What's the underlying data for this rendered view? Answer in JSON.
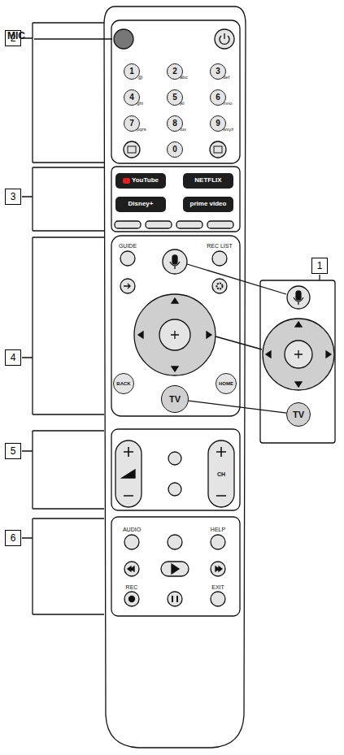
{
  "diagram": {
    "nodes": [
      {
        "text": [
          "2"
        ]
      },
      {
        "text": [
          "1",
          ".@"
        ]
      },
      {
        "text": [
          "2",
          "abc"
        ]
      },
      {
        "text": [
          "3",
          "def"
        ]
      },
      {
        "text": [
          "4",
          "ghi"
        ]
      },
      {
        "text": [
          "5",
          "jkl"
        ]
      },
      {
        "text": [
          "6",
          "mno"
        ]
      },
      {
        "text": [
          "7",
          "pqrs"
        ]
      },
      {
        "text": [
          "8",
          "tuv"
        ]
      },
      {
        "text": [
          "9",
          "wxyz"
        ]
      },
      {
        "text": [
          "0"
        ]
      },
      {
        "text": [
          "3"
        ]
      },
      {
        "text": [
          "YouTube"
        ]
      },
      {
        "text": [
          "NETFLIX"
        ]
      },
      {
        "text": [
          "Disney+"
        ]
      },
      {
        "text": [
          "prime video"
        ]
      },
      {
        "text": [
          "1"
        ]
      },
      {
        "text": [
          "4"
        ]
      },
      {
        "text": [
          "BACK"
        ]
      },
      {
        "text": [
          "HOME"
        ]
      },
      {
        "text": [
          "TV"
        ]
      },
      {
        "text": [
          "TV"
        ]
      },
      {
        "text": [
          "5"
        ]
      },
      {
        "text": [
          "CH"
        ]
      },
      {
        "text": [
          "6"
        ]
      }
    ],
    "edges": [
      {
        "from": 20,
        "to": 21,
        "arrow": "none"
      }
    ],
    "labels": [
      "MIC",
      "GUIDE",
      "REC LIST",
      "AUDIO",
      "HELP",
      "REC",
      "EXIT"
    ]
  }
}
